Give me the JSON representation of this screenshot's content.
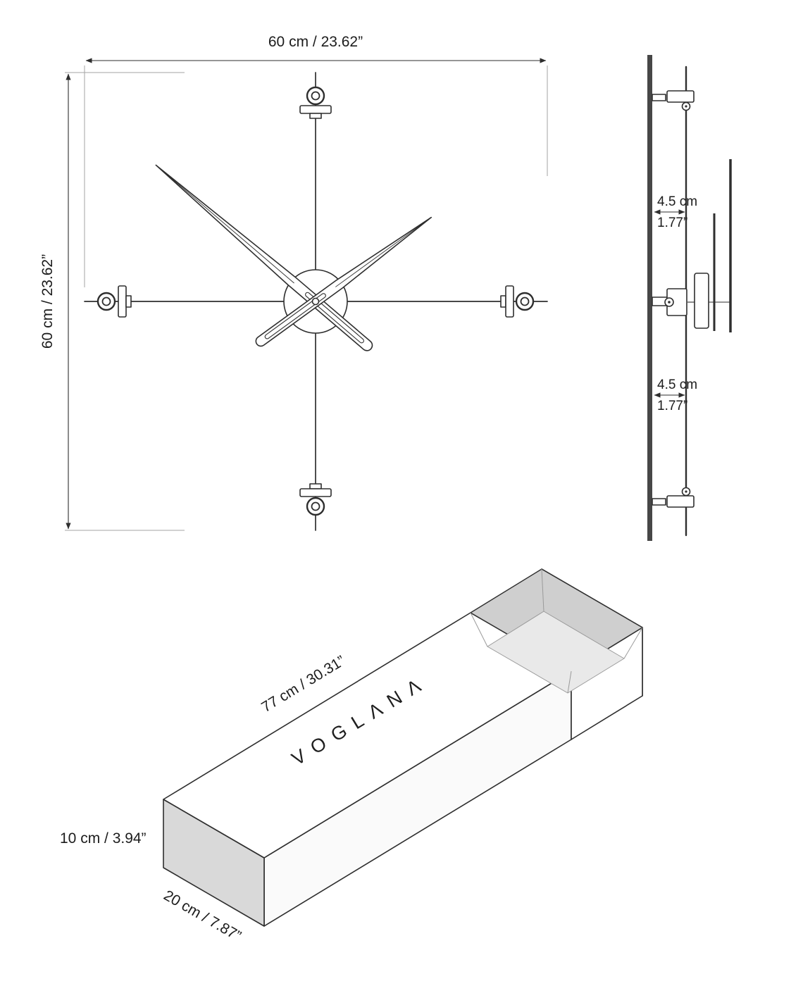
{
  "front_view": {
    "name": "wall clock front view",
    "width_label": "60 cm / 23.62”",
    "height_label": "60 cm / 23.62”"
  },
  "side_view": {
    "name": "wall clock side view",
    "upper_offset_cm": "4.5 cm",
    "upper_offset_in": "1.77”",
    "lower_offset_cm": "4.5 cm",
    "lower_offset_in": "1.77”"
  },
  "box_view": {
    "name": "packaging box isometric view",
    "brand": "VOGLANA",
    "brand_display": "VOGLΛNΛ",
    "length_label": "77 cm / 30.31”",
    "height_label": "10 cm / 3.94”",
    "depth_label": "20 cm / 7.87”"
  },
  "colors": {
    "line": "#2e2e2e",
    "extension_line": "#a3a3a3",
    "box_end_face": "#d9d9d9",
    "tray_interior": "#cfcfcf",
    "wall": "#474747"
  }
}
